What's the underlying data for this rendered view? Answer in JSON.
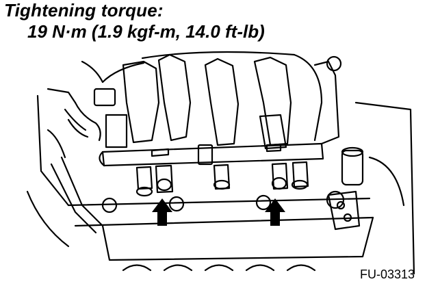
{
  "heading": {
    "label": "Tightening torque:",
    "value": "19 N·m (1.9 kgf-m, 14.0 ft-lb)"
  },
  "figure_code": "FU-03313",
  "colors": {
    "line": "#000000",
    "background": "#ffffff"
  }
}
